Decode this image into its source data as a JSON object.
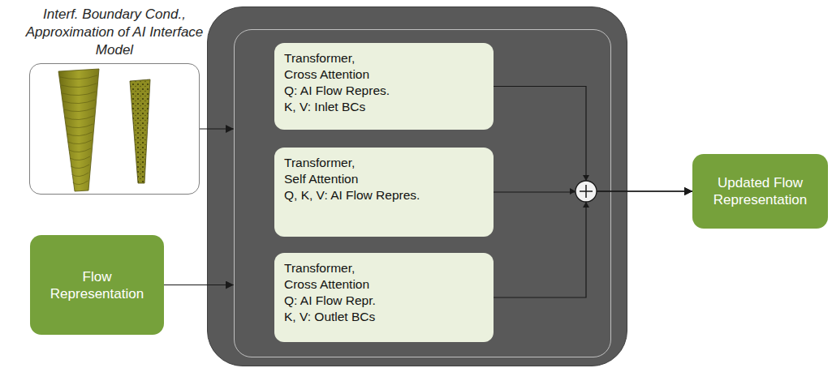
{
  "diagram": {
    "nodes": [
      {
        "text": [
          "Interf. Boundary Cond., Approximation of AI Interface Model"
        ]
      },
      {
        "text": [
          "Flow Representation"
        ]
      },
      {
        "text": []
      },
      {
        "text": [],
        "in": 2
      },
      {
        "text": [
          "Transformer,",
          "Cross Attention",
          "Q: AI Flow Repres.",
          "K, V: Inlet BCs"
        ],
        "in": 3
      },
      {
        "text": [
          "Transformer,",
          "Self Attention",
          "Q, K, V: AI Flow Repres."
        ],
        "in": 3
      },
      {
        "text": [
          "Transformer,",
          "Cross Attention",
          "Q: AI Flow Repr.",
          "K, V: Outlet BCs"
        ],
        "in": 3
      },
      {
        "text": [
          "Updated Flow Representation"
        ]
      }
    ],
    "edges": [
      {
        "from": 0,
        "to": 3,
        "arrow": "to"
      },
      {
        "from": 1,
        "to": 3,
        "arrow": "to"
      },
      {
        "from": 4,
        "to": 7,
        "arrow": "to"
      },
      {
        "from": 5,
        "to": 7,
        "arrow": "to"
      },
      {
        "from": 6,
        "to": 7,
        "arrow": "to"
      }
    ]
  }
}
